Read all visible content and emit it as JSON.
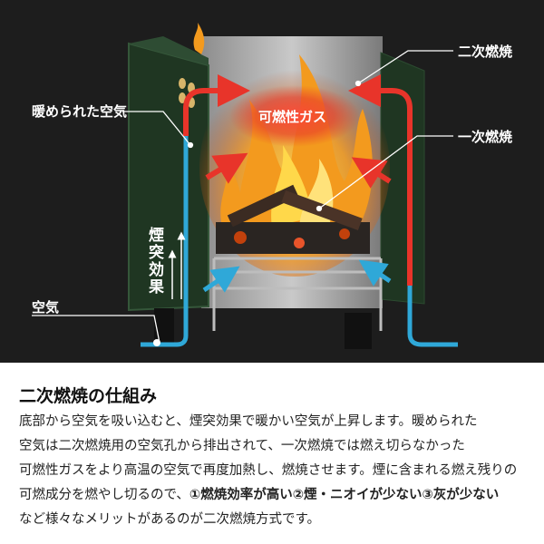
{
  "labels": {
    "secondary_burn": "二次燃焼",
    "warmed_air": "暖められた空気",
    "combustible_gas": "可燃性ガス",
    "primary_burn": "一次燃焼",
    "chimney_effect": "煙突効果",
    "air": "空気"
  },
  "colors": {
    "background": "#1d1d1d",
    "body_green": "#1f3622",
    "warm_arrow": "#e8342a",
    "cool_arrow": "#2fa8d8",
    "flame": "#f39a1e"
  },
  "article": {
    "heading": "二次燃焼の仕組み",
    "line1": "底部から空気を吸い込むと、煙突効果で暖かい空気が上昇します。暖められた",
    "line2": "空気は二次燃焼用の空気孔から排出されて、一次燃焼では燃え切らなかった",
    "line3": "可燃性ガスをより高温の空気で再度加熱し、燃焼させます。煙に含まれる燃え残りの",
    "line4_pre": "可燃成分を燃やし切るので、",
    "line4_b1": "①燃焼効率が高い",
    "line4_b2": "②煙・ニオイが少ない",
    "line4_b3": "③灰が少ない",
    "line5": "など様々なメリットがあるのが二次燃焼方式です。"
  }
}
